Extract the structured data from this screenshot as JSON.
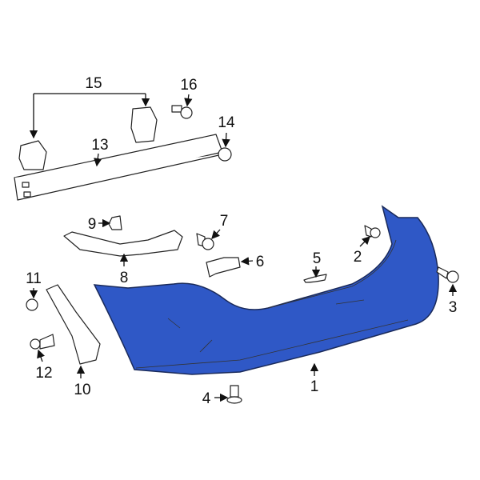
{
  "diagram": {
    "highlight_color": "#2f58c6",
    "callouts": [
      {
        "number": "1",
        "part": "bumper-cover"
      },
      {
        "number": "2",
        "part": "clip"
      },
      {
        "number": "3",
        "part": "bolt"
      },
      {
        "number": "4",
        "part": "clip"
      },
      {
        "number": "5",
        "part": "reflector"
      },
      {
        "number": "6",
        "part": "bracket"
      },
      {
        "number": "7",
        "part": "clip"
      },
      {
        "number": "8",
        "part": "side-bracket"
      },
      {
        "number": "9",
        "part": "clip"
      },
      {
        "number": "10",
        "part": "side-retainer"
      },
      {
        "number": "11",
        "part": "nut"
      },
      {
        "number": "12",
        "part": "clip"
      },
      {
        "number": "13",
        "part": "reinforcement-bar"
      },
      {
        "number": "14",
        "part": "nut"
      },
      {
        "number": "15",
        "part": "energy-absorber"
      },
      {
        "number": "16",
        "part": "bolt"
      }
    ]
  }
}
